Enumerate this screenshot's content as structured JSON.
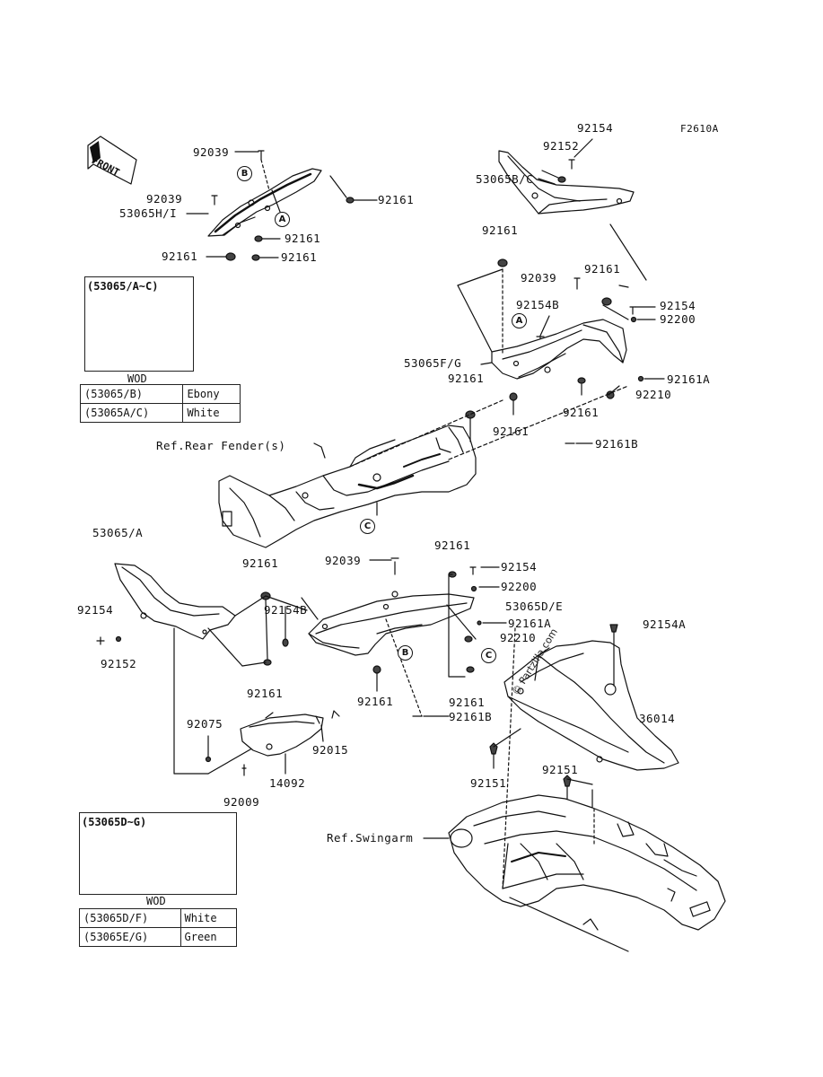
{
  "diagram_id": "F2610A",
  "front_arrow": "FRONT",
  "labels": {
    "top_left": {
      "p92039_a": "92039",
      "p92039_b": "92039",
      "p92161_a": "92161",
      "p53065hi": "53065H/I",
      "p92161_b": "92161",
      "p92161_c": "92161",
      "p92161_d": "92161"
    },
    "top_right": {
      "p92154": "92154",
      "p92152": "92152",
      "p53065bc": "53065B/C"
    },
    "middle": {
      "p92161_a": "92161",
      "p92039": "92039",
      "p92161_b": "92161",
      "p92154b": "92154B",
      "p92154": "92154",
      "p92200": "92200",
      "p53065fg": "53065F/G",
      "p92161_c": "92161",
      "p92161a": "92161A",
      "p92210": "92210",
      "p92161_d": "92161",
      "p92161_e": "92161",
      "p92161b": "92161B",
      "ref_rear_fender": "Ref.Rear Fender(s)"
    },
    "lower_left": {
      "p53065a": "53065/A",
      "p92161_a": "92161",
      "p92154": "92154",
      "p92154b": "92154B",
      "p92152": "92152",
      "p92161_b": "92161"
    },
    "lower_middle": {
      "p92161_top": "92161",
      "p92039": "92039",
      "p92154": "92154",
      "p92200": "92200",
      "p53065de": "53065D/E",
      "p92161a": "92161A",
      "p92210": "92210",
      "p92161_a": "92161",
      "p92161_b": "92161",
      "p92161b": "92161B",
      "p92154a": "92154A"
    },
    "bottom": {
      "p92075": "92075",
      "p92015": "92015",
      "p14092": "14092",
      "p92009": "92009",
      "p36014": "36014",
      "p92151_a": "92151",
      "p92151_b": "92151",
      "ref_swingarm": "Ref.Swingarm"
    }
  },
  "callouts": [
    "A",
    "B",
    "C"
  ],
  "wod_tables": [
    {
      "header": "(53065/A~C)",
      "title": "WOD",
      "rows": [
        {
          "code": "(53065/B)",
          "color": "Ebony"
        },
        {
          "code": "(53065A/C)",
          "color": "White"
        }
      ]
    },
    {
      "header": "(53065D~G)",
      "title": "WOD",
      "rows": [
        {
          "code": "(53065D/F)",
          "color": "White"
        },
        {
          "code": "(53065E/G)",
          "color": "Green"
        }
      ]
    }
  ],
  "watermark": "© Partzilla.com",
  "colors": {
    "line": "#111111",
    "background": "#ffffff"
  }
}
